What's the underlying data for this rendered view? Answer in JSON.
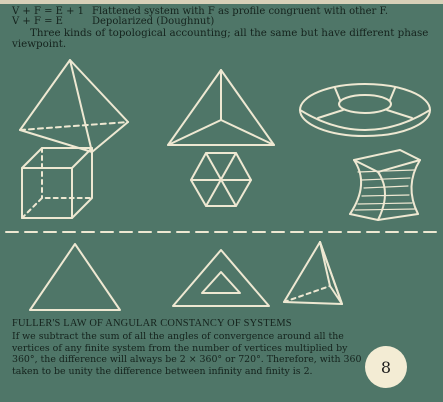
{
  "formulas": [
    {
      "equation": "V + F = E + 1",
      "description": "Flattened system with F as profile congruent with other F."
    },
    {
      "equation": "V + F = E",
      "description": "Depolarized (Doughnut)"
    }
  ],
  "intro": "Three kinds of topological accounting; all the same but have different phase viewpoint.",
  "law": {
    "title": "FULLER'S LAW OF ANGULAR CONSTANCY OF SYSTEMS",
    "body": "If we subtract the sum of all the angles of convergence around all the vertices of any finite system from the number of vertices multiplied by 360°, the difference will always be 2 × 360° or 720°. Therefore, with 360 taken to be unity the difference between infinity and finity is 2."
  },
  "page_number": "8",
  "colors": {
    "background": "#4f7668",
    "line": "#eee8d2",
    "text": "#15231d",
    "badge": "#f3ecd4"
  }
}
